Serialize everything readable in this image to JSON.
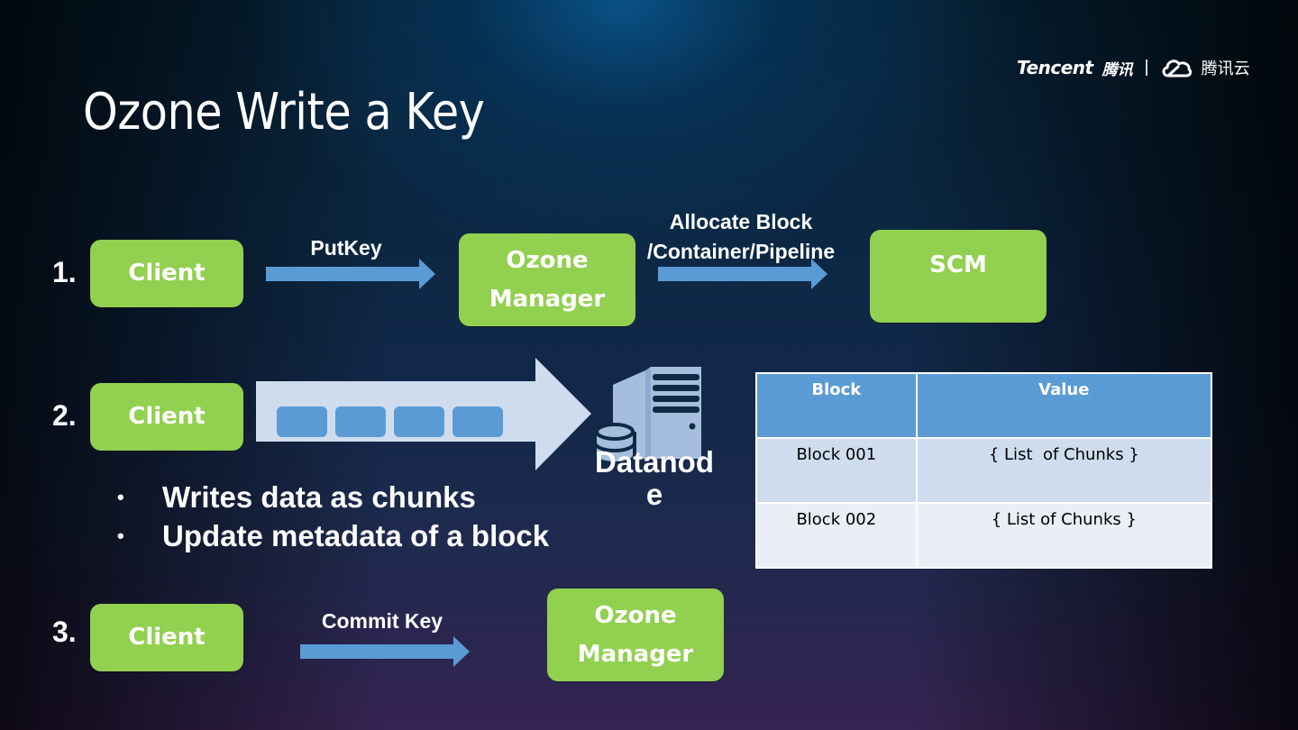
{
  "logo": {
    "brand": "Tencent",
    "brand_cn": "腾讯",
    "cloud_cn": "腾讯云"
  },
  "title": "Ozone Write a Key",
  "colors": {
    "box_green": "#92d050",
    "arrow_blue": "#5b9bd5",
    "chunk_arrow": "#cfdcee",
    "table_header": "#5b9bd5",
    "table_row1": "#cfdcee",
    "table_row2": "#e9eef7"
  },
  "step1": {
    "number": "1.",
    "client": "Client",
    "arrow1_label": "PutKey",
    "ozone_manager_line1": "Ozone",
    "ozone_manager_line2": "Manager",
    "arrow2_label_line1": "Allocate Block",
    "arrow2_label_line2": "/Container/Pipeline",
    "scm": "SCM"
  },
  "step2": {
    "number": "2.",
    "client": "Client",
    "chunk_count": 4,
    "datanode_label": "Datanode",
    "bullets": [
      "Writes data as chunks",
      "Update metadata of a block"
    ],
    "bullet_symbol": "•"
  },
  "table": {
    "headers": [
      "Block",
      "Value"
    ],
    "rows": [
      [
        "Block 001",
        "{ List  of Chunks }"
      ],
      [
        "Block 002",
        "{ List of Chunks }"
      ]
    ]
  },
  "step3": {
    "number": "3.",
    "client": "Client",
    "arrow_label": "Commit Key",
    "ozone_manager_line1": "Ozone",
    "ozone_manager_line2": "Manager"
  }
}
